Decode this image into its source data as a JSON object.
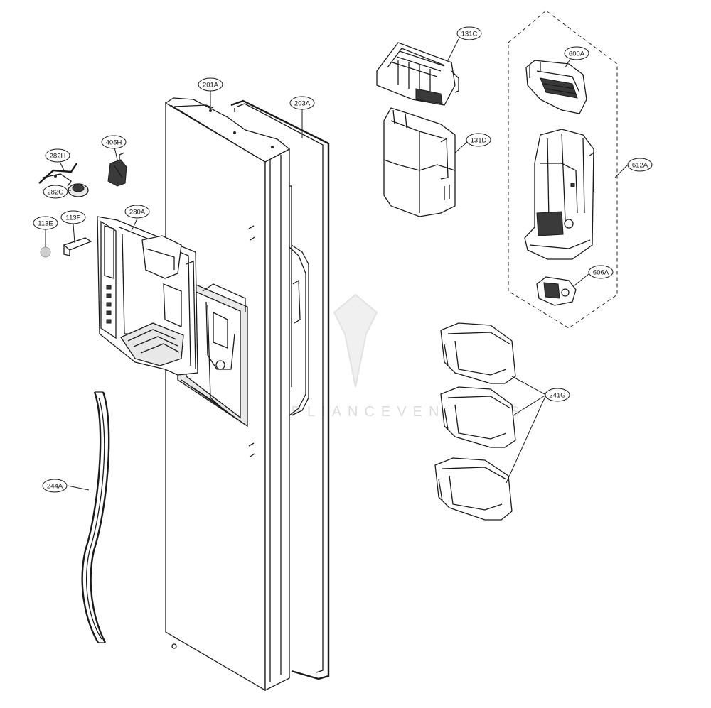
{
  "watermark": "APPLIANCEVENTURES",
  "callouts": [
    {
      "id": "201A",
      "text": "201A"
    },
    {
      "id": "203A",
      "text": "203A"
    },
    {
      "id": "131C",
      "text": "131C"
    },
    {
      "id": "131D",
      "text": "131D"
    },
    {
      "id": "600A",
      "text": "600A"
    },
    {
      "id": "612A",
      "text": "612A"
    },
    {
      "id": "606A",
      "text": "606A"
    },
    {
      "id": "282H",
      "text": "282H"
    },
    {
      "id": "282G",
      "text": "282G"
    },
    {
      "id": "405H",
      "text": "405H"
    },
    {
      "id": "113E",
      "text": "113E"
    },
    {
      "id": "113F",
      "text": "113F"
    },
    {
      "id": "280A",
      "text": "280A"
    },
    {
      "id": "241G",
      "text": "241G"
    },
    {
      "id": "244A",
      "text": "244A"
    }
  ]
}
